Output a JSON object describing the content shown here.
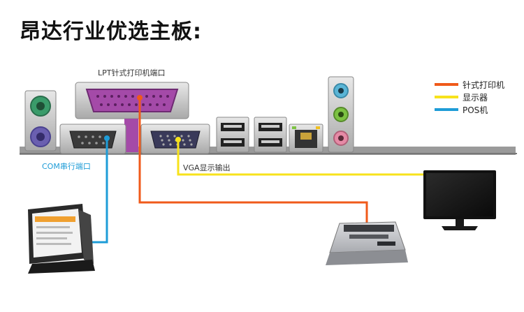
{
  "title": "昂达行业优选主板:",
  "labels": {
    "lpt": "LPT针式打印机端口",
    "com": "COM串行端口",
    "vga": "VGA显示输出"
  },
  "legend": [
    {
      "text": "针式打印机",
      "color": "#f05a1a"
    },
    {
      "text": "显示器",
      "color": "#f7e21b"
    },
    {
      "text": "POS机",
      "color": "#1e9cd7"
    }
  ],
  "colors": {
    "printer_line": "#f05a1a",
    "monitor_line": "#f7e21b",
    "pos_line": "#1e9cd7",
    "lpt_port": "#a44aa8",
    "ps2_mouse": "#3a9b6a",
    "ps2_keyboard": "#6a5fb0",
    "audio_line_in": "#5ab5d6",
    "audio_line_out": "#7cc242",
    "audio_mic": "#e68aa6"
  },
  "icons": [
    "pos-terminal-icon",
    "dot-matrix-printer-icon",
    "monitor-icon"
  ]
}
